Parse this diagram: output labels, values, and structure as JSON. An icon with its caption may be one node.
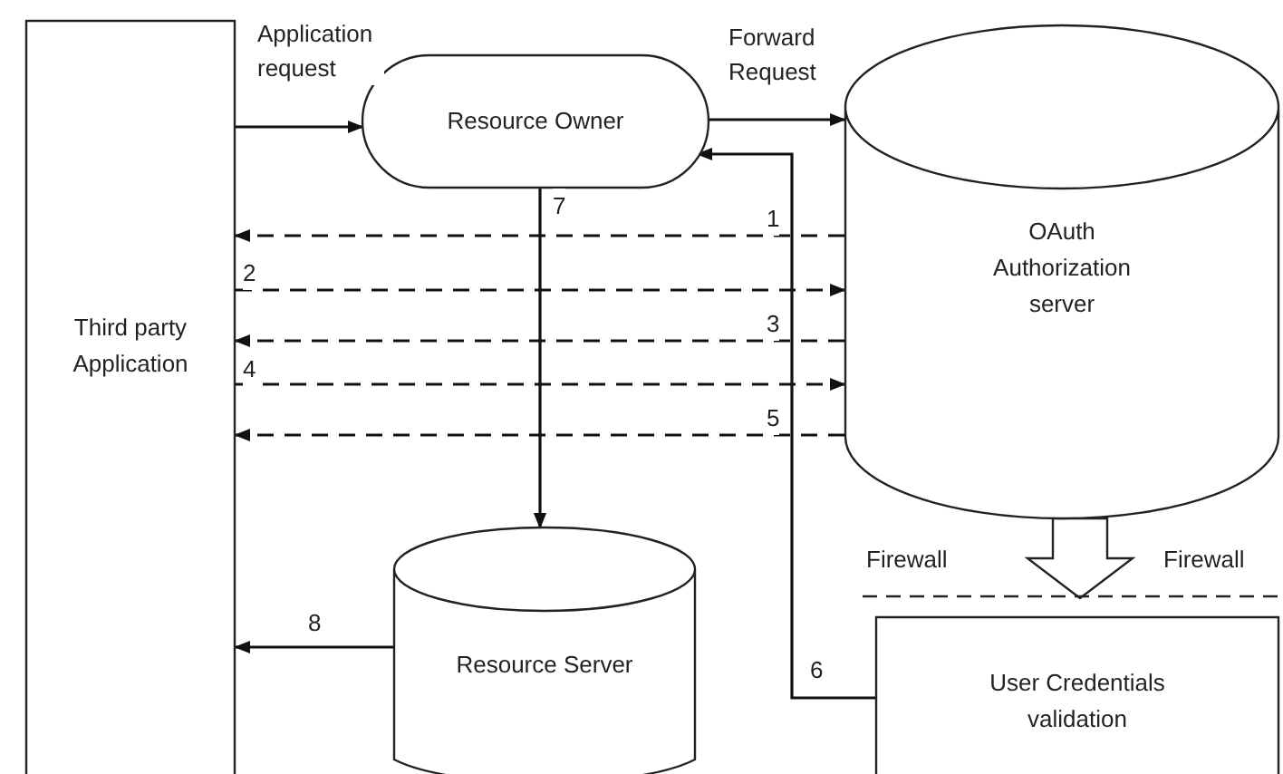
{
  "diagram": {
    "nodes": [
      {
        "text": [
          "Third party Application"
        ]
      },
      {
        "text": [
          "Resource Owner"
        ]
      },
      {
        "text": [
          "OAuth Authorization server"
        ]
      },
      {
        "text": [
          "Resource Server"
        ]
      },
      {
        "text": [
          "User Credentials validation"
        ]
      }
    ],
    "edges": [
      {
        "from": 0,
        "to": 1,
        "arrow": "to",
        "label": "Application request"
      },
      {
        "from": 1,
        "to": 2,
        "arrow": "to",
        "label": "Forward Request"
      },
      {
        "from": 2,
        "to": 0,
        "arrow": "to",
        "label": "1",
        "style": "dashed"
      },
      {
        "from": 0,
        "to": 2,
        "arrow": "to",
        "label": "2",
        "style": "dashed"
      },
      {
        "from": 2,
        "to": 0,
        "arrow": "to",
        "label": "3",
        "style": "dashed"
      },
      {
        "from": 0,
        "to": 2,
        "arrow": "to",
        "label": "4",
        "style": "dashed"
      },
      {
        "from": 2,
        "to": 0,
        "arrow": "to",
        "label": "5",
        "style": "dashed"
      },
      {
        "from": 4,
        "to": 1,
        "arrow": "to",
        "label": "6"
      },
      {
        "from": 1,
        "to": 3,
        "arrow": "to",
        "label": "7"
      },
      {
        "from": 3,
        "to": 0,
        "arrow": "to",
        "label": "8"
      },
      {
        "from": 2,
        "to": 4,
        "arrow": "to",
        "style": "thick"
      }
    ],
    "labels": [
      "Firewall",
      "Firewall"
    ]
  }
}
